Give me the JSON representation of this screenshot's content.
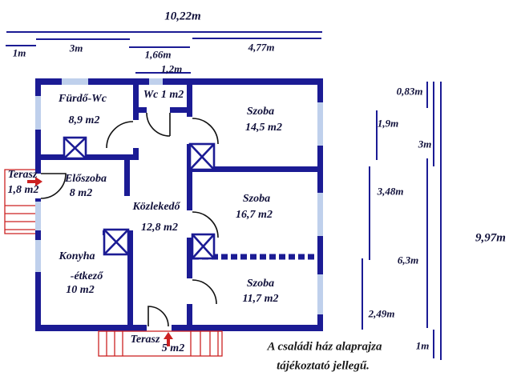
{
  "rooms": {
    "furdo": {
      "name": "Fürdő-Wc",
      "area": "8,9 m2"
    },
    "wc": {
      "label": "Wc 1 m2"
    },
    "szoba1": {
      "name": "Szoba",
      "area": "14,5 m2"
    },
    "eloszoba": {
      "name": "Előszoba",
      "area": "8 m2"
    },
    "kozlekedo": {
      "name": "Közlekedő",
      "area": "12,8 m2"
    },
    "szoba2": {
      "name": "Szoba",
      "area": "16,7 m2"
    },
    "konyha": {
      "line1": "Konyha",
      "line2": "-étkező",
      "line3": "10 m2"
    },
    "szoba3": {
      "name": "Szoba",
      "area": "11,7 m2"
    }
  },
  "terraces": {
    "left": {
      "name": "Terasz",
      "area": "1,8 m2"
    },
    "bottom": {
      "name": "Terasz",
      "area": "5 m2"
    }
  },
  "dimensions": {
    "top": {
      "total": "10,22m",
      "left": "1m",
      "seg3m": "3m",
      "seg166": "1,66m",
      "seg477": "4,77m",
      "seg12": "1,2m"
    },
    "right": {
      "r083": "0,83m",
      "r19": "1,9m",
      "r3": "3m",
      "r348": "3,48m",
      "r997": "9,97m",
      "r63": "6,3m",
      "r249": "2,49m",
      "r1": "1m"
    }
  },
  "note": {
    "line1": "A családi ház alaprajza",
    "line2": "tájékoztató jellegű."
  },
  "icons": {
    "entry_arrow": "right-arrow",
    "terrace_arrow": "up-arrow"
  },
  "colors": {
    "wall": "#1b1b94",
    "window": "#bfd0ec",
    "terrace_red": "#cc2222",
    "text": "#10103a"
  }
}
